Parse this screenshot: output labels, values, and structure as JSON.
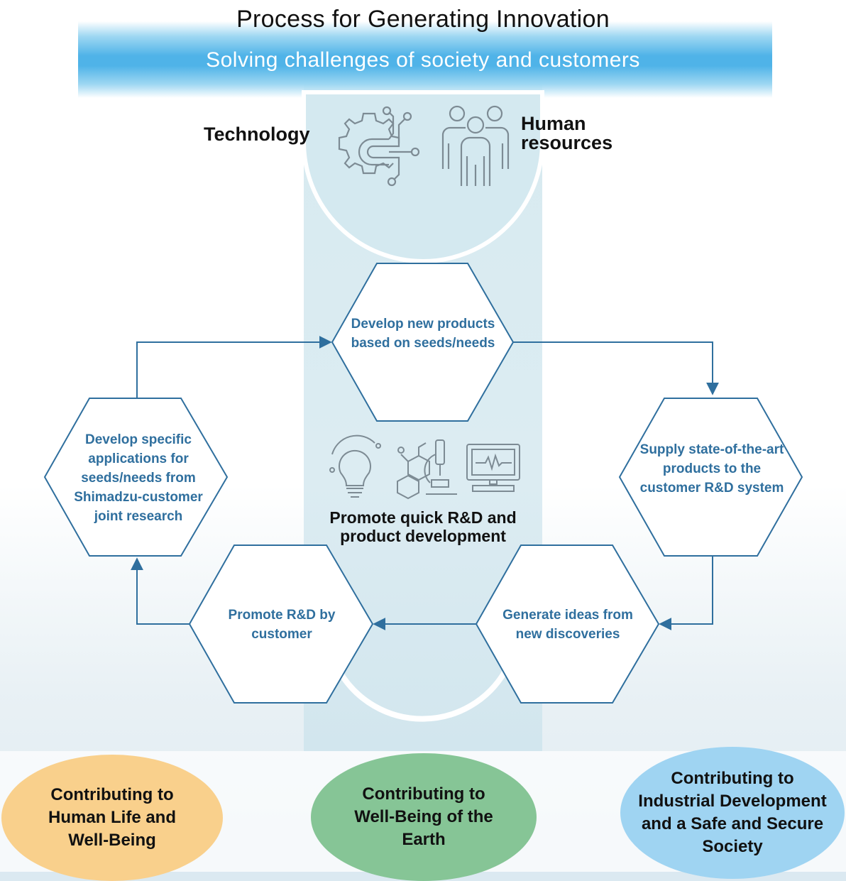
{
  "header": {
    "title": "Process for Generating Innovation",
    "subtitle": "Solving challenges of society and customers"
  },
  "resources": {
    "technology_label": "Technology",
    "human_label_line1": "Human",
    "human_label_line2": "resources",
    "icons": [
      "gear-circuit-icon",
      "people-group-icon"
    ]
  },
  "cycle": {
    "top": "Develop new products based on seeds/needs",
    "right": "Supply state-of-the-art products to the customer R&D system",
    "bottom_right": "Generate ideas from new discoveries",
    "bottom_left": "Promote R&D by customer",
    "left": "Develop specific applications for seeds/needs from Shimadzu-customer joint research",
    "center_caption": "Promote quick R&D and product development",
    "center_icons": [
      "lightbulb-icon",
      "molecule-microscope-icon",
      "monitor-waveform-icon"
    ]
  },
  "contributions": [
    {
      "label": "Contributing to Human Life and Well-Being",
      "color": "#f9d08c"
    },
    {
      "label": "Contributing to Well-Being of the Earth",
      "color": "#86c596"
    },
    {
      "label": "Contributing to Industrial Development and a Safe and Secure Society",
      "color": "#9fd4f2"
    }
  ],
  "colors": {
    "hex_stroke": "#2f6f9e",
    "hex_text": "#2f6f9e",
    "band": "#4fb3e8",
    "center_column": "#d7eaf0"
  }
}
